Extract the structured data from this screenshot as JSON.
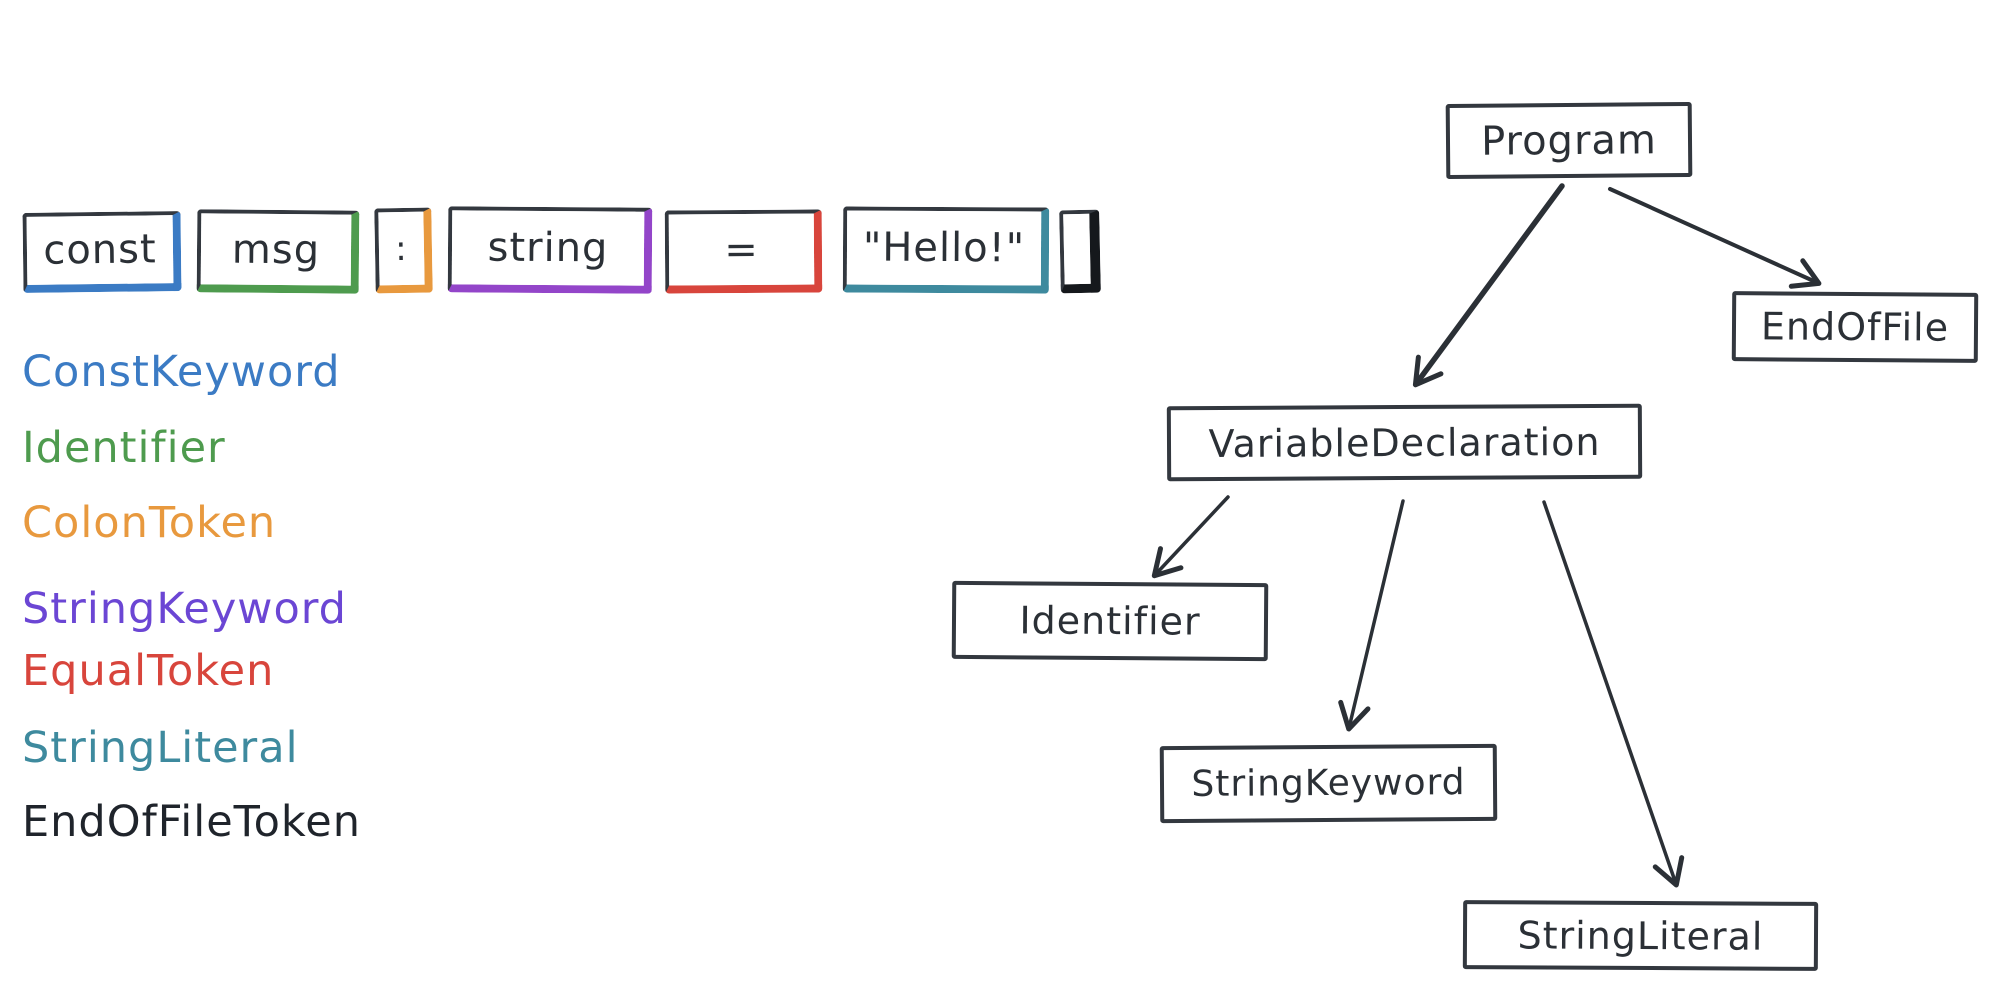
{
  "canvas": {
    "background": "#ffffff",
    "ink": "#2b3036"
  },
  "tokens": [
    {
      "text": "const",
      "token_type": "ConstKeyword",
      "color": "#3b7bc4"
    },
    {
      "text": "msg",
      "token_type": "Identifier",
      "color": "#4e9b4e"
    },
    {
      "text": ":",
      "token_type": "ColonToken",
      "color": "#e8993e"
    },
    {
      "text": "string",
      "token_type": "StringKeyword",
      "color": "#9345c9"
    },
    {
      "text": "=",
      "token_type": "EqualToken",
      "color": "#d8453c"
    },
    {
      "text": "\"Hello!\"",
      "token_type": "StringLiteral",
      "color": "#3e8a9e"
    },
    {
      "text": "",
      "token_type": "EndOfFileToken",
      "color": "#15181c"
    }
  ],
  "legend": [
    {
      "label": "ConstKeyword",
      "color": "#3b7bc4"
    },
    {
      "label": "Identifier",
      "color": "#4e9b4e"
    },
    {
      "label": "ColonToken",
      "color": "#e8993e"
    },
    {
      "label": "StringKeyword",
      "color": "#6b46d4"
    },
    {
      "label": "EqualToken",
      "color": "#d8453c"
    },
    {
      "label": "StringLiteral",
      "color": "#3e8a9e"
    },
    {
      "label": "EndOfFileToken",
      "color": "#1f242b"
    }
  ],
  "ast": {
    "nodes": [
      {
        "id": "program",
        "label": "Program"
      },
      {
        "id": "end-of-file",
        "label": "EndOfFile"
      },
      {
        "id": "variable-declaration",
        "label": "VariableDeclaration"
      },
      {
        "id": "identifier",
        "label": "Identifier"
      },
      {
        "id": "string-keyword",
        "label": "StringKeyword"
      },
      {
        "id": "string-literal",
        "label": "StringLiteral"
      }
    ],
    "edges": [
      {
        "from": "Program",
        "to": "VariableDeclaration"
      },
      {
        "from": "Program",
        "to": "EndOfFile"
      },
      {
        "from": "VariableDeclaration",
        "to": "Identifier"
      },
      {
        "from": "VariableDeclaration",
        "to": "StringKeyword"
      },
      {
        "from": "VariableDeclaration",
        "to": "StringLiteral"
      }
    ]
  }
}
